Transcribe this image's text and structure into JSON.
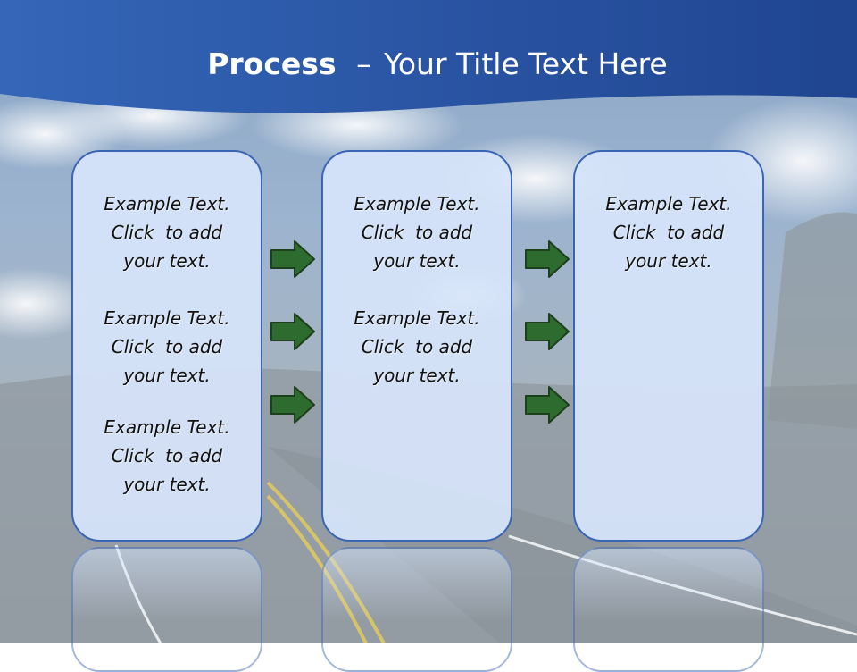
{
  "slide": {
    "title_bold": "Process",
    "title_separator": "–",
    "title_rest": "Your Title Text Here"
  },
  "columns": [
    {
      "items": [
        {
          "line1": "Example Text.",
          "line2": "Click  to add",
          "line3": "your text."
        },
        {
          "line1": "Example Text.",
          "line2": "Click  to add",
          "line3": "your text."
        },
        {
          "line1": "Example Text.",
          "line2": "Click  to add",
          "line3": "your text."
        }
      ]
    },
    {
      "items": [
        {
          "line1": "Example Text.",
          "line2": "Click  to add",
          "line3": "your text."
        },
        {
          "line1": "Example Text.",
          "line2": "Click  to add",
          "line3": "your text."
        }
      ]
    },
    {
      "items": [
        {
          "line1": "Example Text.",
          "line2": "Click  to add",
          "line3": "your text."
        }
      ]
    }
  ],
  "arrow_count_per_gap": 3,
  "colors": {
    "header_blue": "#2e58a8",
    "box_fill": "#d6e4fa",
    "box_border": "#3a64b4",
    "arrow_fill": "#2e6b2e",
    "arrow_stroke": "#1c3f1c"
  },
  "icons": {
    "arrow": "right-arrow-icon"
  }
}
